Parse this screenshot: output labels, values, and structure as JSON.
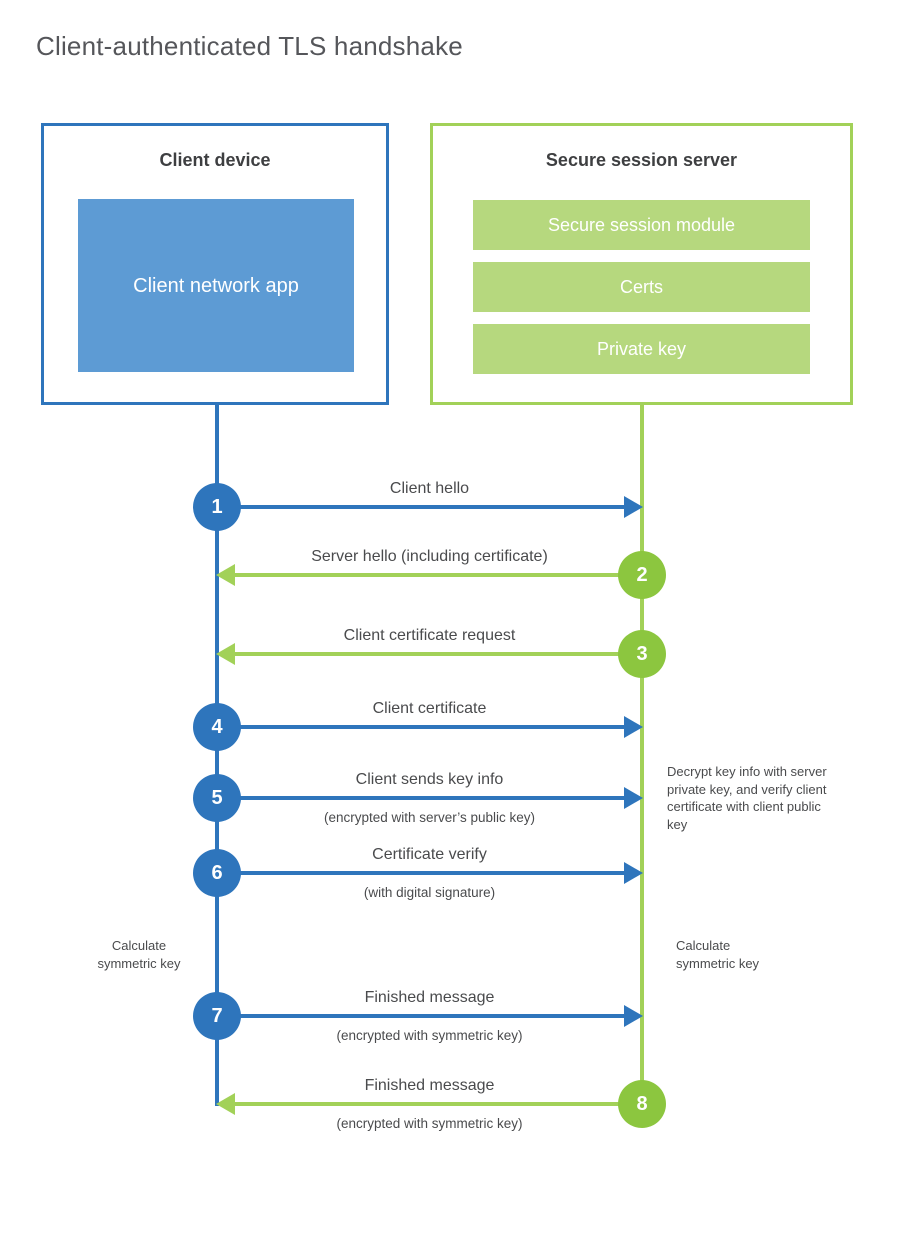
{
  "title": "Client-authenticated TLS handshake",
  "colors": {
    "blue": "#2e75bc",
    "blue_fill": "#5d9bd4",
    "green_circle": "#8cc63f",
    "green_line": "#a2d158",
    "green_fill": "#b6d87e",
    "label_text": "#4a4b4d"
  },
  "client": {
    "title": "Client device",
    "app_label": "Client network app"
  },
  "server": {
    "title": "Secure session server",
    "modules": [
      "Secure session module",
      "Certs",
      "Private key"
    ]
  },
  "messages": [
    {
      "number": "1",
      "label": "Client hello",
      "sublabel": "",
      "direction": "right",
      "color": "blue"
    },
    {
      "number": "2",
      "label": "Server hello (including certificate)",
      "sublabel": "",
      "direction": "left",
      "color": "green"
    },
    {
      "number": "3",
      "label": "Client certificate request",
      "sublabel": "",
      "direction": "left",
      "color": "green"
    },
    {
      "number": "4",
      "label": "Client certificate",
      "sublabel": "",
      "direction": "right",
      "color": "blue"
    },
    {
      "number": "5",
      "label": "Client sends key info",
      "sublabel": "(encrypted with server’s public key)",
      "direction": "right",
      "color": "blue"
    },
    {
      "number": "6",
      "label": "Certificate verify",
      "sublabel": "(with digital signature)",
      "direction": "right",
      "color": "blue"
    },
    {
      "number": "7",
      "label": "Finished message",
      "sublabel": "(encrypted with symmetric key)",
      "direction": "right",
      "color": "blue"
    },
    {
      "number": "8",
      "label": "Finished message",
      "sublabel": "(encrypted with symmetric key)",
      "direction": "left",
      "color": "green"
    }
  ],
  "notes": {
    "decrypt": "Decrypt key info with server private key, and verify client certificate with client public key",
    "calc_left": "Calculate symmetric key",
    "calc_right": "Calculate symmetric key"
  }
}
